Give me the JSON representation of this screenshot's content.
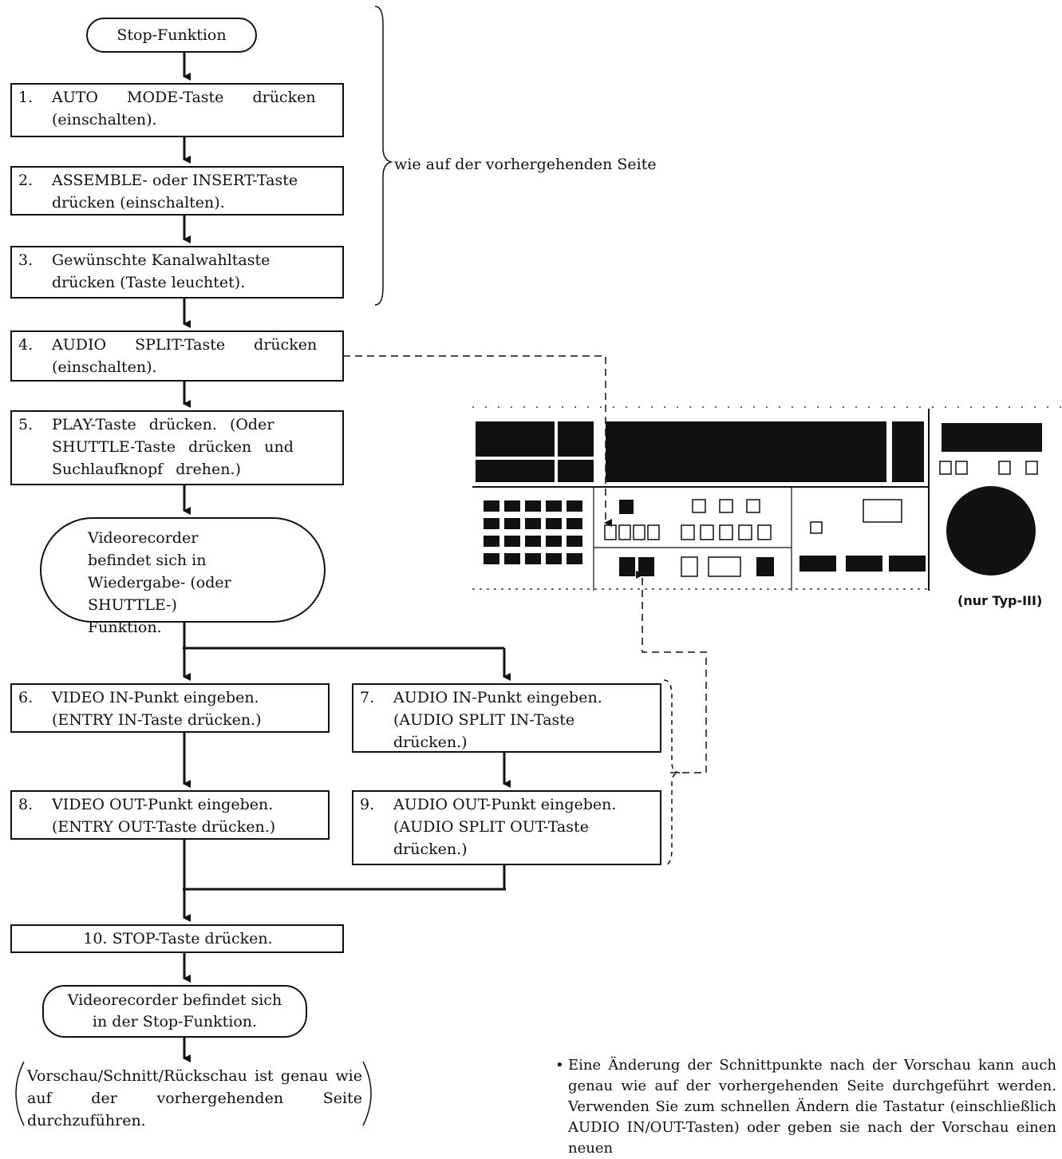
{
  "start": "Stop-Funktion",
  "steps": [
    {
      "num": "1.",
      "text": "AUTO MODE-Taste drücken (einschalten)."
    },
    {
      "num": "2.",
      "text": "ASSEMBLE- oder INSERT-Taste drücken (einschalten)."
    },
    {
      "num": "3.",
      "text": "Gewünschte Kanalwahltaste drücken (Taste leuchtet)."
    },
    {
      "num": "4.",
      "text": "AUDIO SPLIT-Taste drücken (einschalten)."
    },
    {
      "num": "5.",
      "text": "PLAY-Taste drücken. (Oder SHUTTLE-Taste drücken und Suchlaufknopf drehen.)"
    },
    {
      "num": "6.",
      "text": "VIDEO IN-Punkt eingeben. (ENTRY IN-Taste drücken.)"
    },
    {
      "num": "7.",
      "text": "AUDIO IN-Punkt eingeben. (AUDIO SPLIT IN-Taste drücken.)"
    },
    {
      "num": "8.",
      "text": "VIDEO OUT-Punkt eingeben. (ENTRY OUT-Taste drücken.)"
    },
    {
      "num": "9.",
      "text": "AUDIO OUT-Punkt eingeben. (AUDIO SPLIT OUT-Taste drücken.)"
    },
    {
      "num": "10.",
      "text": "STOP-Taste drücken."
    }
  ],
  "state_play": "Videorecorder befindet sich in Wiedergabe- (oder SHUTTLE-) Funktion.",
  "state_stop": "Videorecorder befindet sich in der Stop-Funktion.",
  "brace_note": "wie auf der vorhergehenden Seite",
  "final_note": "Vorschau/Schnitt/Rückschau ist genau wie auf der vorhergehenden Seite durchzuführen.",
  "device_caption": "(nur Typ-III)",
  "bullet_note": "Eine Änderung der Schnittpunkte nach der Vorschau kann auch genau wie auf der vorhergehenden Seite durchgeführt werden. Verwenden Sie zum schnellen Ändern die Tastatur (einschließlich AUDIO IN/OUT-Tasten) oder geben sie nach der Vorschau einen neuen"
}
